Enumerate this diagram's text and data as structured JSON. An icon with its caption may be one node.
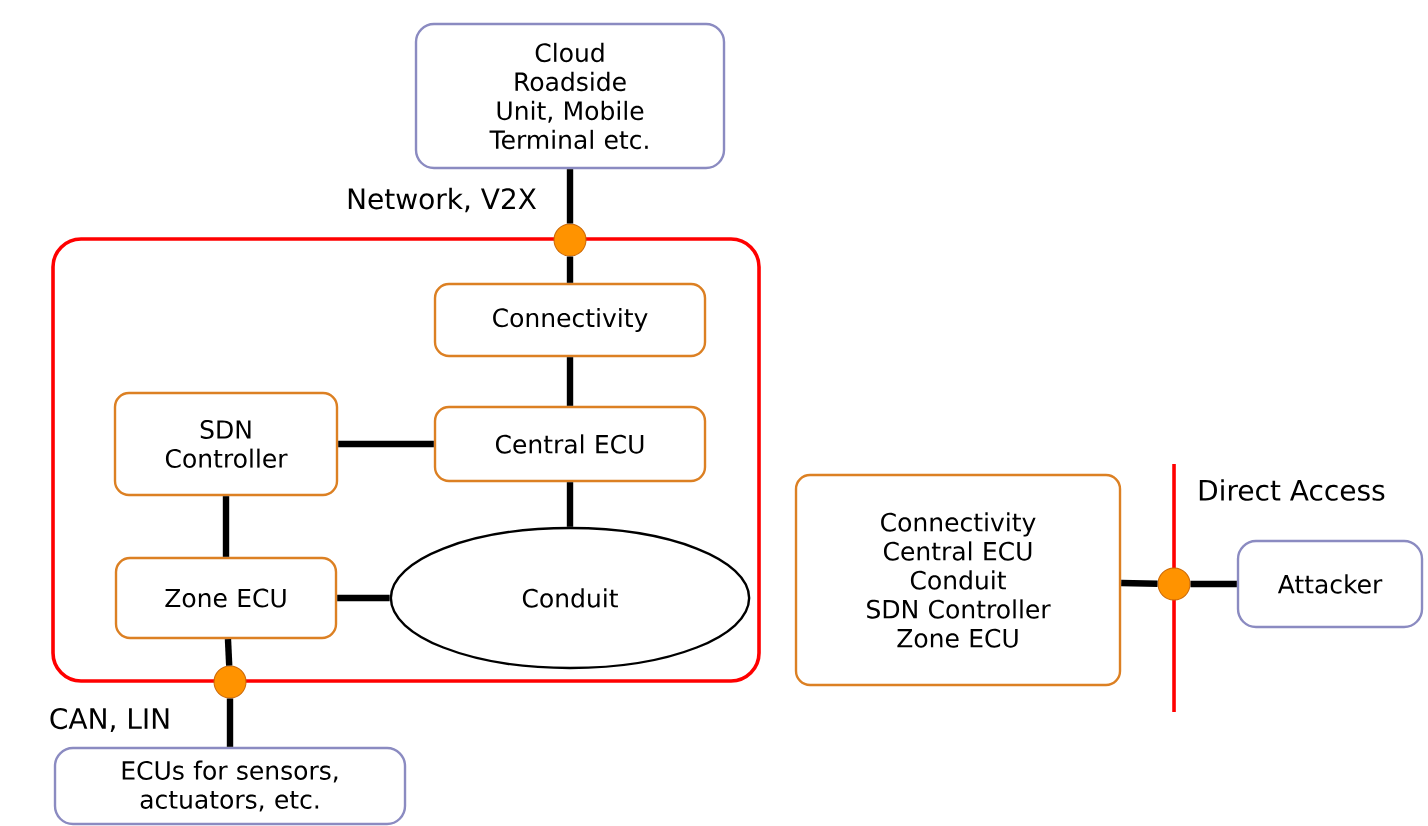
{
  "diagram": {
    "nodes": [
      {
        "text": [
          "Cloud",
          "Roadside Unit, Mobile Terminal etc."
        ]
      },
      {
        "text": [],
        "shape": "box"
      },
      {
        "text": [
          "Connectivity"
        ],
        "in": 1
      },
      {
        "text": [
          "SDN Controller"
        ],
        "in": 1
      },
      {
        "text": [
          "Central ECU"
        ],
        "in": 1
      },
      {
        "text": [
          "Zone ECU"
        ],
        "in": 1
      },
      {
        "text": [
          "Conduit"
        ],
        "in": 1
      },
      {
        "text": [
          "ECUs for sensors, actuators, etc."
        ]
      },
      {
        "text": [
          "Connectivity",
          "Central ECU",
          "Conduit",
          "SDN Controller",
          "Zone ECU"
        ]
      },
      {
        "text": [
          "Attacker"
        ]
      },
      {
        "text": [],
        "shape": "circle"
      },
      {
        "text": [],
        "shape": "circle"
      },
      {
        "text": [],
        "shape": "circle"
      }
    ],
    "edges": [
      {
        "from": 0,
        "to": 10,
        "arrow": "none"
      },
      {
        "from": 10,
        "to": 2,
        "arrow": "none"
      },
      {
        "from": 2,
        "to": 4,
        "arrow": "none"
      },
      {
        "from": 3,
        "to": 4,
        "arrow": "none"
      },
      {
        "from": 3,
        "to": 5,
        "arrow": "none"
      },
      {
        "from": 4,
        "to": 6,
        "arrow": "none"
      },
      {
        "from": 5,
        "to": 6,
        "arrow": "none"
      },
      {
        "from": 5,
        "to": 11,
        "arrow": "none"
      },
      {
        "from": 11,
        "to": 7,
        "arrow": "none"
      },
      {
        "from": 8,
        "to": 12,
        "arrow": "none"
      },
      {
        "from": 12,
        "to": 9,
        "arrow": "none"
      }
    ],
    "labels": [
      "Network, V2X",
      "CAN, LIN",
      "Direct Access"
    ]
  }
}
